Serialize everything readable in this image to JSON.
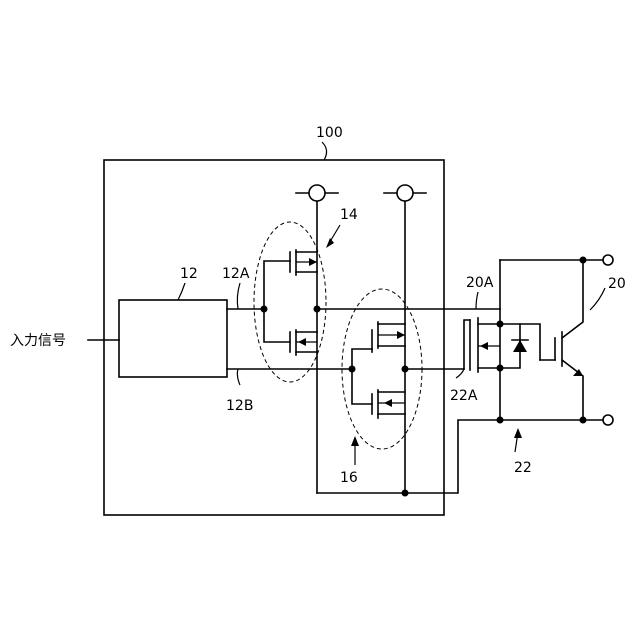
{
  "labels": {
    "system": "100",
    "control_block": "12",
    "output_a": "12A",
    "output_b": "12B",
    "driver_1": "14",
    "driver_2": "16",
    "line_20a": "20A",
    "gate_22a": "22A",
    "switch_22": "22",
    "igbt_20": "20",
    "input_signal": "入力信号"
  }
}
